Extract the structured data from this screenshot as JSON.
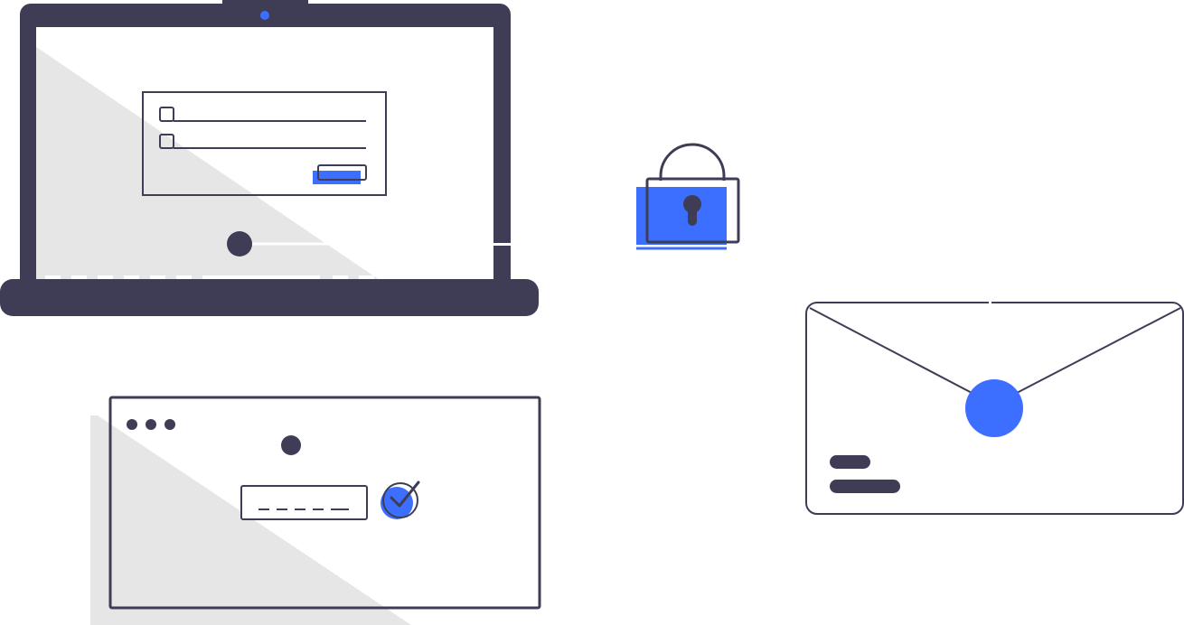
{
  "illustration": {
    "subject": "two-factor-authentication",
    "colors": {
      "dark": "#3f3d56",
      "accent": "#3c6eff",
      "shadow": "#e6e6e6",
      "background": "#ffffff"
    },
    "icons": {
      "laptop": "laptop-icon",
      "webcam": "webcam-icon",
      "lock": "padlock-icon",
      "envelope": "envelope-icon",
      "check": "checkmark-icon"
    },
    "login_form": {
      "fields": 2,
      "has_submit_button": true
    },
    "code_window": {
      "window_dots": 3,
      "code_digits": 5,
      "verified": true
    }
  }
}
